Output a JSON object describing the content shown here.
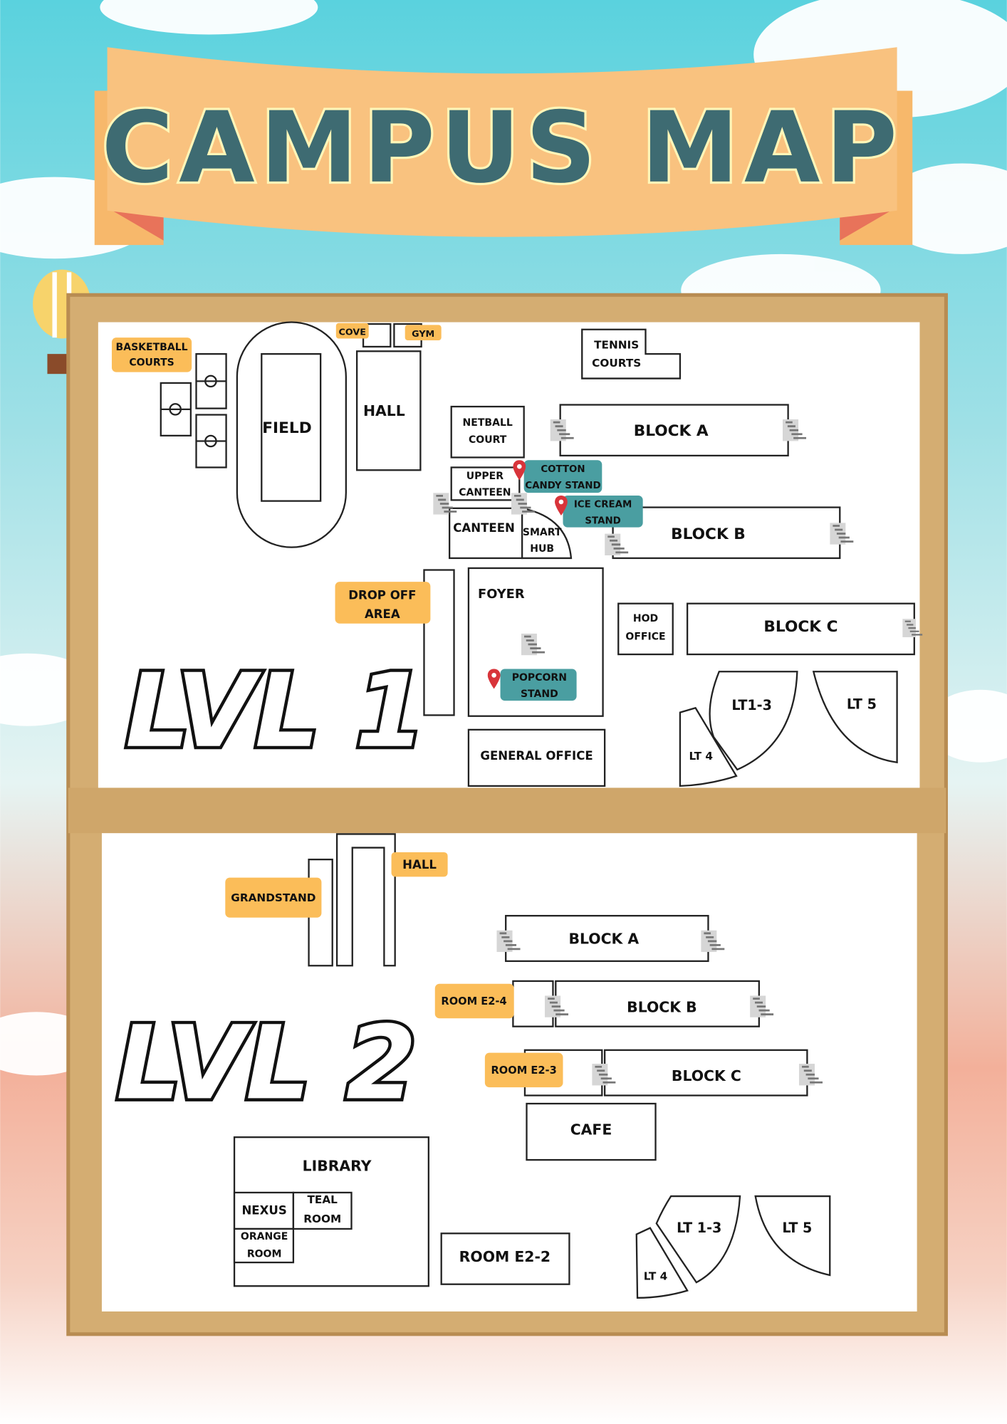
{
  "title": "CAMPUS MAP",
  "colors": {
    "banner": "#f9c27f",
    "banner_end": "#e8735a",
    "title": "#3e6b72",
    "tag_orange": "#fbbd59",
    "tag_teal": "#4a9ea1",
    "pin": "#d8343a",
    "wood": "#d4ad72"
  },
  "level1": {
    "badge": "LVL 1",
    "basketball": [
      "BASKETBALL",
      "COURTS"
    ],
    "field": "FIELD",
    "cove": "COVE",
    "gym": "GYM",
    "hall": "HALL",
    "tennis": [
      "TENNIS",
      "COURTS"
    ],
    "netball": [
      "NETBALL",
      "COURT"
    ],
    "block_a": "BLOCK A",
    "upper_canteen": [
      "UPPER",
      "CANTEEN"
    ],
    "cotton_candy": [
      "COTTON",
      "CANDY STAND"
    ],
    "ice_cream": [
      "ICE CREAM",
      "STAND"
    ],
    "canteen": "CANTEEN",
    "smart_hub": [
      "SMART",
      "HUB"
    ],
    "block_b": "BLOCK B",
    "drop_off": [
      "DROP OFF",
      "AREA"
    ],
    "foyer": "FOYER",
    "popcorn": [
      "POPCORN",
      "STAND"
    ],
    "general_office": "GENERAL OFFICE",
    "hod_office": [
      "HOD",
      "OFFICE"
    ],
    "block_c": "BLOCK C",
    "lt13": "LT1-3",
    "lt5": "LT 5",
    "lt4": "LT 4"
  },
  "level2": {
    "badge": "LVL 2",
    "grandstand": "GRANDSTAND",
    "hall": "HALL",
    "block_a": "BLOCK A",
    "room_e24": "ROOM E2-4",
    "block_b": "BLOCK B",
    "room_e23": "ROOM E2-3",
    "block_c": "BLOCK C",
    "cafe": "CAFE",
    "library": "LIBRARY",
    "nexus": "NEXUS",
    "teal_room": [
      "TEAL",
      "ROOM"
    ],
    "orange_room": [
      "ORANGE",
      "ROOM"
    ],
    "room_e22": "ROOM E2-2",
    "lt13": "LT 1-3",
    "lt5": "LT 5",
    "lt4": "LT 4"
  }
}
